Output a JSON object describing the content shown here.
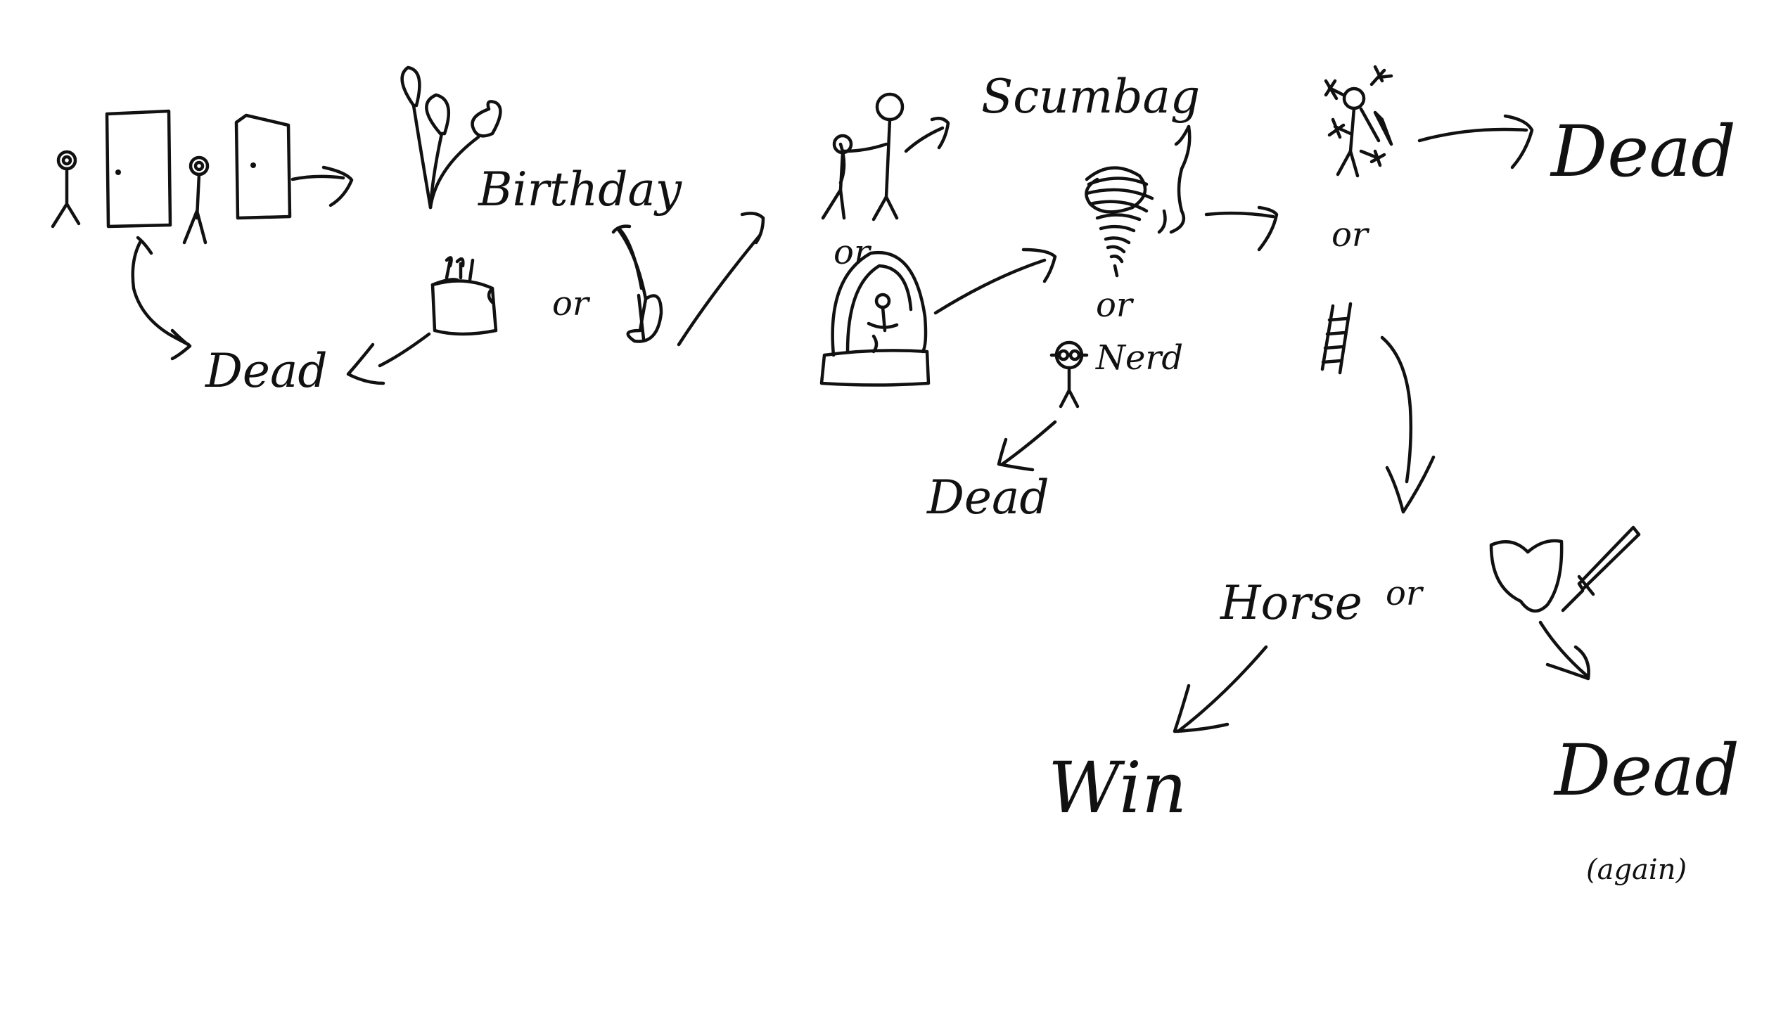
{
  "diagram": {
    "background": "#ffffff",
    "ink_color": "#111111",
    "labels": {
      "birthday": "Birthday",
      "dead_1": "Dead",
      "or_cake_sword": "or",
      "scumbag": "Scumbag",
      "or_scumbag_igloo": "or",
      "or_tornado_nerd": "or",
      "nerd": "Nerd",
      "dead_2": "Dead",
      "or_arrows_ladder": "or",
      "dead_3": "Dead",
      "horse": "Horse",
      "or_horse_weapons": "or",
      "win": "Win",
      "dead_4": "Dead",
      "again": "(again)"
    },
    "icons": [
      "stick-figure-icon",
      "door-icon",
      "balloons-icon",
      "birthday-cake-icon",
      "sword-icon",
      "scumbag-figures-icon",
      "igloo-icon",
      "tornado-icon",
      "nerd-figure-icon",
      "arrow-hit-figure-icon",
      "ladder-icon",
      "shield-icon",
      "dagger-icon"
    ]
  }
}
